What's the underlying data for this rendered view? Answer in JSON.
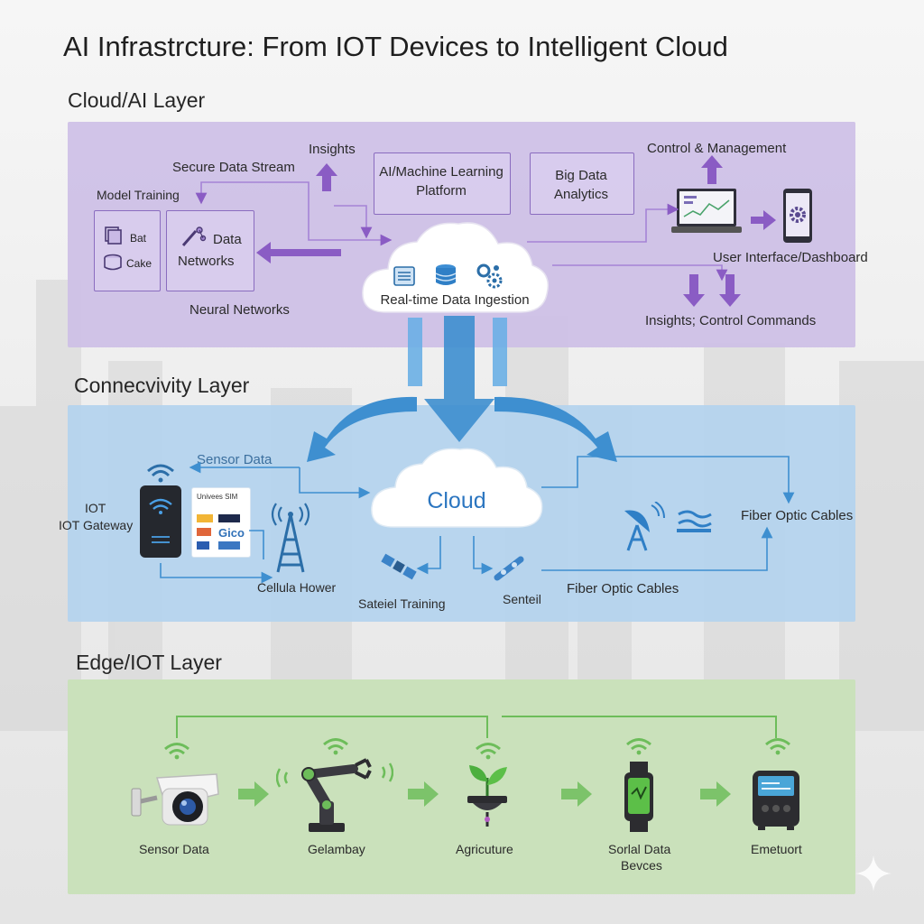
{
  "title": "AI Infrastrcture: From IOT Devices to Intelligent Cloud",
  "cloud_layer": {
    "heading": "Cloud/AI Layer",
    "secure_stream": "Secure Data Stream",
    "insights": "Insights",
    "model_training": "Model Training",
    "bat": "Bat",
    "cake": "Cake",
    "data_networks_line1": "Data",
    "data_networks_line2": "Networks",
    "neural_networks": "Neural Networks",
    "ml_platform_line1": "AI/Machine Learning",
    "ml_platform_line2": "Platform",
    "big_data_line1": "Big Data",
    "big_data_line2": "Analytics",
    "control_management": "Control & Management",
    "ui_dashboard": "User Interface/Dashboard",
    "ingestion": "Real-time Data Ingestion",
    "insights_commands": "Insights; Control Commands"
  },
  "connectivity_layer": {
    "heading": "Connecvivity Layer",
    "sensor_data": "Sensor Data",
    "iot": "IOT",
    "iot_gateway": "IOT Gateway",
    "sim_title": "Univees SIM",
    "sim_logo_1": "Gico",
    "cellular_tower": "Cellula Hower",
    "cloud": "Cloud",
    "satellite_training": "Sateiel Training",
    "senteil": "Senteil",
    "fiber_right": "Fiber Optic Cables",
    "fiber_bottom": "Fiber Optic Cables"
  },
  "edge_layer": {
    "heading": "Edge/IOT Layer",
    "devices": [
      {
        "label": "Sensor Data"
      },
      {
        "label": "Gelambay"
      },
      {
        "label": "Agricuture"
      },
      {
        "label": "Sorlal Data",
        "label2": "Bevces"
      },
      {
        "label": "Emetuort"
      }
    ]
  },
  "colors": {
    "cloud_panel": "#cec0e6",
    "connectivity_panel": "#b4d3ee",
    "edge_panel": "#c8e0b8",
    "purple_arrow": "#8a5cc4",
    "blue_arrow": "#3e8fd0",
    "green_arrow": "#7cc36a"
  }
}
